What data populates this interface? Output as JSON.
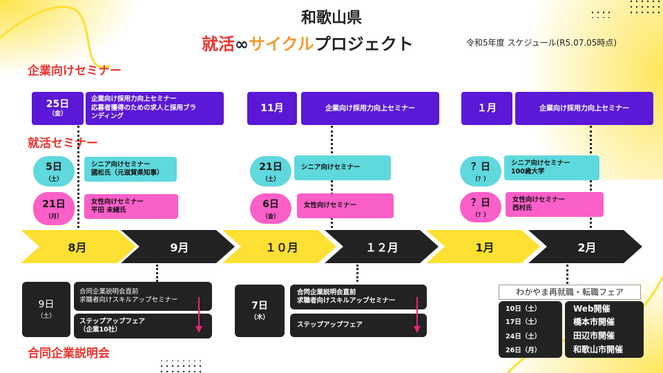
{
  "header": {
    "title": "和歌山県",
    "project_part1": "就活",
    "project_infinity": "∞",
    "project_part2": "サイクル",
    "project_part3": "プロジェクト",
    "subtitle": "令和5年度 スケジュール(R5.07.05時点)"
  },
  "colors": {
    "purple": "#5b18d6",
    "cyan": "#5fd8de",
    "pink": "#fb5fc8",
    "yellow": "#fde032",
    "black": "#222222",
    "red": "#e8352f",
    "orange": "#f29a33"
  },
  "sections": {
    "company": "企業向けセミナー",
    "jobhunt": "就活セミナー",
    "fair": "合同企業説明会"
  },
  "company_seminars": [
    {
      "day": "25日",
      "weekday": "（金）",
      "line1": "企業向け採用力向上セミナー",
      "line2": "応募者獲得のための求人と採用ブラ",
      "line3": "ンディング"
    },
    {
      "month": "11月",
      "text": "企業向け採用力向上セミナー"
    },
    {
      "month": "１月",
      "text": "企業向け採用力向上セミナー"
    }
  ],
  "jobhunt_seminars": [
    {
      "day": "5日",
      "weekday": "（土）",
      "line1": "シニア向けセミナー",
      "line2": "國松氏（元滋賀県知事）"
    },
    {
      "day": "21日",
      "weekday": "（月）",
      "line1": "女性向けセミナー",
      "line2": "平田 未緒氏"
    },
    {
      "day": "21日",
      "weekday": "（土）",
      "line1": "シニア向けセミナー"
    },
    {
      "day": "6日",
      "weekday": "（金）",
      "line1": "女性向けセミナー"
    },
    {
      "day": "？日",
      "weekday": "（？）",
      "line1": "シニア向けセミナー",
      "line2": "100歳大学"
    },
    {
      "day": "？日",
      "weekday": "（？）",
      "line1": "女性向けセミナー",
      "line2": "西村氏"
    }
  ],
  "timeline": {
    "months": [
      "8月",
      "9月",
      "１０月",
      "１２月",
      "1月",
      "2月"
    ]
  },
  "fairs": [
    {
      "day": "9日",
      "weekday": "（土）",
      "line1": "合同企業説明会直前",
      "line2": "求職者向けスキルアップセミナー",
      "step": "ステップアップフェア",
      "step_sub": "（企業10社）"
    },
    {
      "day": "7日",
      "weekday": "（木）",
      "line1": "合同企業説明会直前",
      "line2": "求職者向けスキルアップセミナー",
      "step": "ステップアップフェア"
    }
  ],
  "wakayama_fair": {
    "title": "わかやま再就職・転職フェア",
    "rows": [
      {
        "date": "10日（土）",
        "venue": "Web開催"
      },
      {
        "date": "17日（土）",
        "venue": "橋本市開催"
      },
      {
        "date": "24日（土）",
        "venue": "田辺市開催"
      },
      {
        "date": "26日（月）",
        "venue": "和歌山市開催"
      }
    ]
  }
}
